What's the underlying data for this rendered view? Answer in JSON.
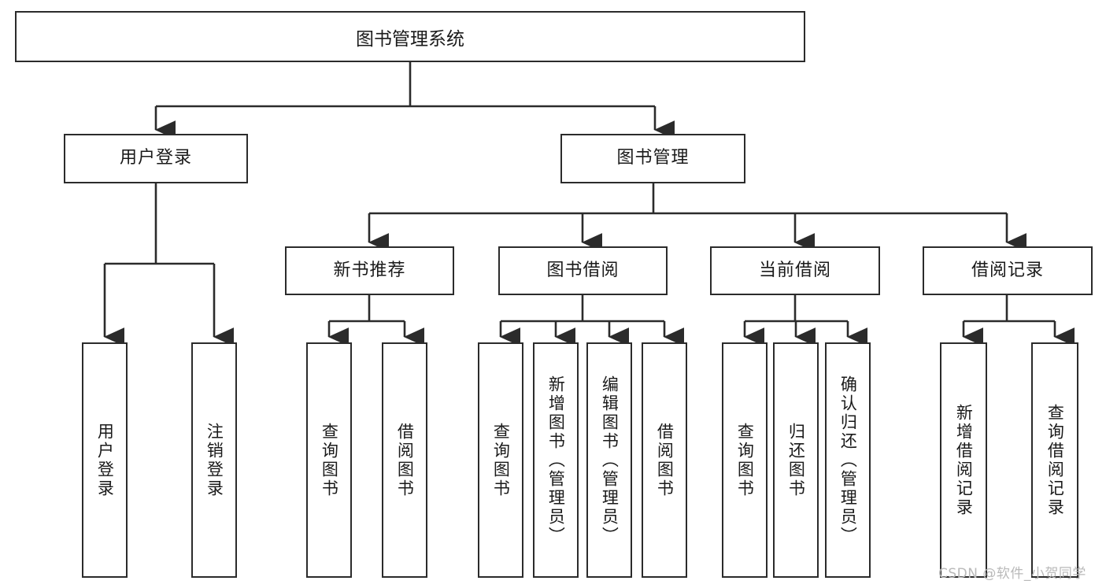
{
  "diagram": {
    "title": "图书管理系统",
    "type": "hierarchy-tree",
    "levels": 4,
    "colors": {
      "box_border": "#2b2b2b",
      "box_fill": "#ffffff",
      "line": "#2b2b2b",
      "watermark": "#b9b9b9",
      "background": "#ffffff"
    },
    "root": {
      "label": "图书管理系统"
    },
    "level2": [
      {
        "label": "用户登录"
      },
      {
        "label": "图书管理"
      }
    ],
    "level3": [
      {
        "label": "新书推荐"
      },
      {
        "label": "图书借阅"
      },
      {
        "label": "当前借阅"
      },
      {
        "label": "借阅记录"
      }
    ],
    "leaves": {
      "user_login": [
        {
          "label": "用户登录"
        },
        {
          "label": "注销登录"
        }
      ],
      "new_book_recommend": [
        {
          "label": "查询图书"
        },
        {
          "label": "借阅图书"
        }
      ],
      "book_borrow": [
        {
          "label": "查询图书"
        },
        {
          "label": "新增图书（管理员）"
        },
        {
          "label": "编辑图书（管理员）"
        },
        {
          "label": "借阅图书"
        }
      ],
      "current_borrow": [
        {
          "label": "查询图书"
        },
        {
          "label": "归还图书"
        },
        {
          "label": "确认归还（管理员）"
        }
      ],
      "borrow_record": [
        {
          "label": "新增借阅记录"
        },
        {
          "label": "查询借阅记录"
        }
      ]
    },
    "watermark": "CSDN @软件_小贺同学"
  }
}
